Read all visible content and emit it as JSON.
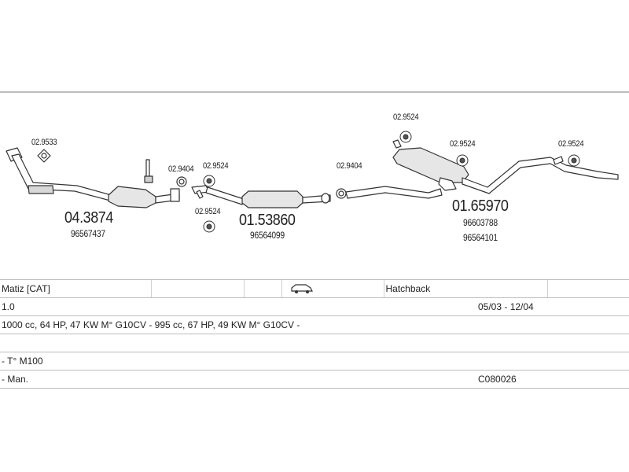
{
  "parts": {
    "front_pipe": {
      "code": "04.3874",
      "oe": "96567437"
    },
    "middle_silencer": {
      "code": "01.53860",
      "oe": "96564099"
    },
    "rear_silencer": {
      "code": "01.65970",
      "oe1": "96603788",
      "oe2": "96564101"
    },
    "gasket_front": "02.9533",
    "gasket_1": "02.9404",
    "gasket_2": "02.9404",
    "mount_1": "02.9524",
    "mount_2": "02.9524",
    "mount_3": "02.9524",
    "mount_4": "02.9524",
    "mount_5": "02.9524"
  },
  "info": {
    "model": "Matiz  [CAT]",
    "body": "Hatchback",
    "engine": "1.0",
    "dates": "05/03 - 12/04",
    "spec": "1000 cc, 64 HP, 47 KW M° G10CV - 995 cc, 67 HP, 49 KW M° G10CV -",
    "type": "- T° M100",
    "gearbox": "- Man.",
    "ref": "C080026"
  },
  "icons": {
    "car": "car-icon"
  }
}
